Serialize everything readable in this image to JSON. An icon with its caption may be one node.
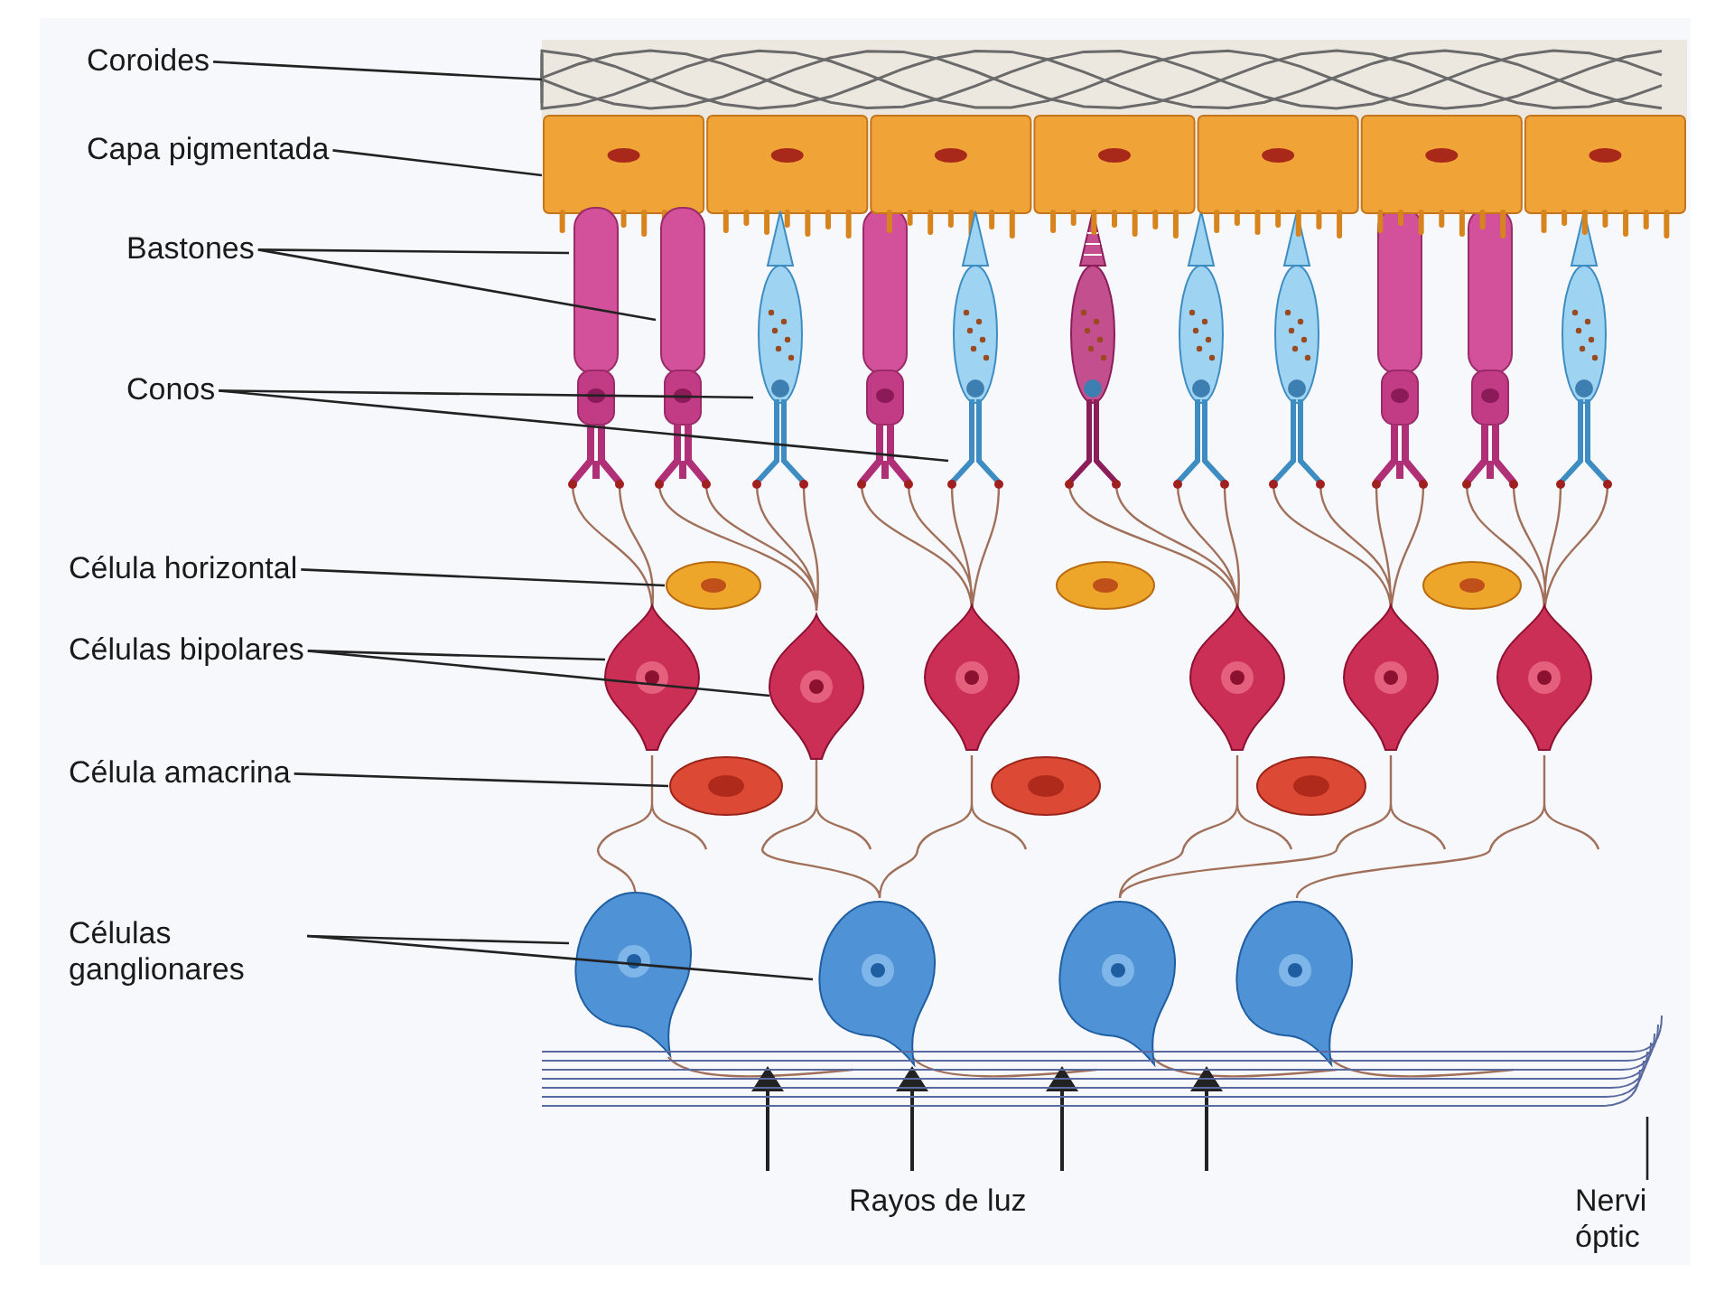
{
  "diagram": {
    "nodes": [
      {
        "text": [
          "Coroides"
        ]
      },
      {
        "text": [],
        "shape": "picture"
      },
      {
        "text": [
          "Capa pigmentada"
        ]
      },
      {
        "text": [],
        "shape": "picture"
      },
      {
        "text": [
          "Bastones"
        ]
      },
      {
        "text": [],
        "shape": "picture"
      },
      {
        "text": [],
        "shape": "picture"
      },
      {
        "text": [
          "Conos"
        ]
      },
      {
        "text": [],
        "shape": "picture"
      },
      {
        "text": [],
        "shape": "picture"
      },
      {
        "text": [
          "Célula horizontal"
        ]
      },
      {
        "text": [],
        "shape": "picture"
      },
      {
        "text": [
          "Células bipolares"
        ]
      },
      {
        "text": [],
        "shape": "picture"
      },
      {
        "text": [],
        "shape": "picture"
      },
      {
        "text": [
          "Célula amacrina"
        ]
      },
      {
        "text": [],
        "shape": "picture"
      },
      {
        "text": [
          "Células ganglionares"
        ]
      },
      {
        "text": [],
        "shape": "picture"
      },
      {
        "text": [],
        "shape": "picture"
      },
      {
        "text": [],
        "shape": "picture"
      },
      {
        "text": [
          "Nervi óptic"
        ]
      }
    ],
    "edges": [
      {
        "from": 0,
        "to": 1,
        "arrow": "none"
      },
      {
        "from": 2,
        "to": 3,
        "arrow": "none"
      },
      {
        "from": 4,
        "to": 5,
        "arrow": "none"
      },
      {
        "from": 4,
        "to": 6,
        "arrow": "none"
      },
      {
        "from": 7,
        "to": 8,
        "arrow": "none"
      },
      {
        "from": 7,
        "to": 9,
        "arrow": "none"
      },
      {
        "from": 10,
        "to": 11,
        "arrow": "none"
      },
      {
        "from": 12,
        "to": 13,
        "arrow": "none"
      },
      {
        "from": 12,
        "to": 14,
        "arrow": "none"
      },
      {
        "from": 15,
        "to": 16,
        "arrow": "none"
      },
      {
        "from": 17,
        "to": 18,
        "arrow": "none"
      },
      {
        "from": 17,
        "to": 19,
        "arrow": "none"
      },
      {
        "from": 21,
        "to": 20,
        "arrow": "none"
      }
    ],
    "labels": [
      "Rayos de luz"
    ]
  }
}
